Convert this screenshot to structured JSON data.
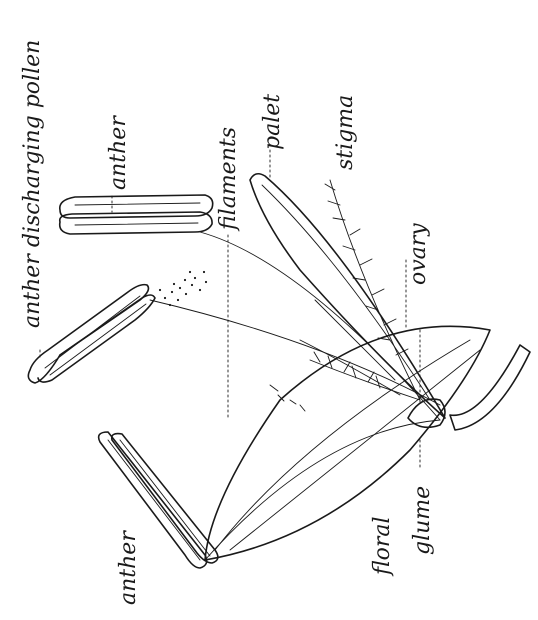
{
  "labels": {
    "anther_discharging_pollen": "anther discharging pollen",
    "anther_top": "anther",
    "filaments": "filaments",
    "palet": "palet",
    "stigma": "stigma",
    "ovary": "ovary",
    "anther_bottom": "anther",
    "floral": "floral",
    "glume": "glume"
  },
  "colors": {
    "ink": "#1a1a1a",
    "background": "#ffffff"
  }
}
